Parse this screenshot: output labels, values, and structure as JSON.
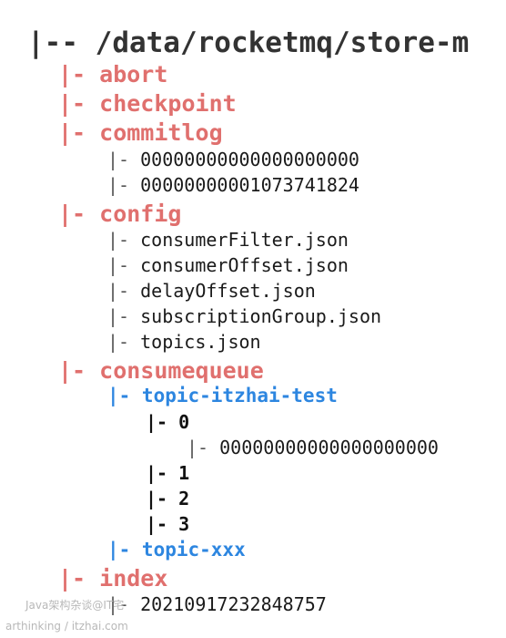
{
  "root": "|-- /data/rocketmq/store-m",
  "tree": {
    "abort": "|- abort",
    "checkpoint": "|- checkpoint",
    "commitlog": {
      "label": "|- commitlog",
      "files": [
        {
          "prefix": "|- ",
          "name": "00000000000000000000"
        },
        {
          "prefix": "|- ",
          "name": "00000000001073741824"
        }
      ]
    },
    "config": {
      "label": "|- config",
      "files": [
        {
          "prefix": "|- ",
          "name": "consumerFilter.json"
        },
        {
          "prefix": "|- ",
          "name": "consumerOffset.json"
        },
        {
          "prefix": "|- ",
          "name": "delayOffset.json"
        },
        {
          "prefix": "|- ",
          "name": "subscriptionGroup.json"
        },
        {
          "prefix": "|- ",
          "name": "topics.json"
        }
      ]
    },
    "consumequeue": {
      "label": "|- consumequeue",
      "topics": [
        {
          "label": "|- topic-itzhai-test",
          "queues": [
            {
              "label": "|- 0",
              "file": {
                "prefix": "|- ",
                "name": "00000000000000000000"
              }
            },
            {
              "label": "|- 1"
            },
            {
              "label": "|- 2"
            },
            {
              "label": "|- 3"
            }
          ]
        },
        {
          "label": "|- topic-xxx"
        }
      ]
    },
    "index": {
      "label": "|- index",
      "files": [
        {
          "prefix": "|- ",
          "name": "20210917232848757"
        }
      ]
    }
  },
  "watermark": {
    "line1": "Java架构杂谈@IT宅",
    "line2": "arthinking / itzhai.com"
  },
  "colors": {
    "root": "#333333",
    "top_level_dirs": "#e0706e",
    "topic_dirs": "#2d86e0",
    "queue_dirs": "#111111",
    "files": "#1a1a1a"
  }
}
